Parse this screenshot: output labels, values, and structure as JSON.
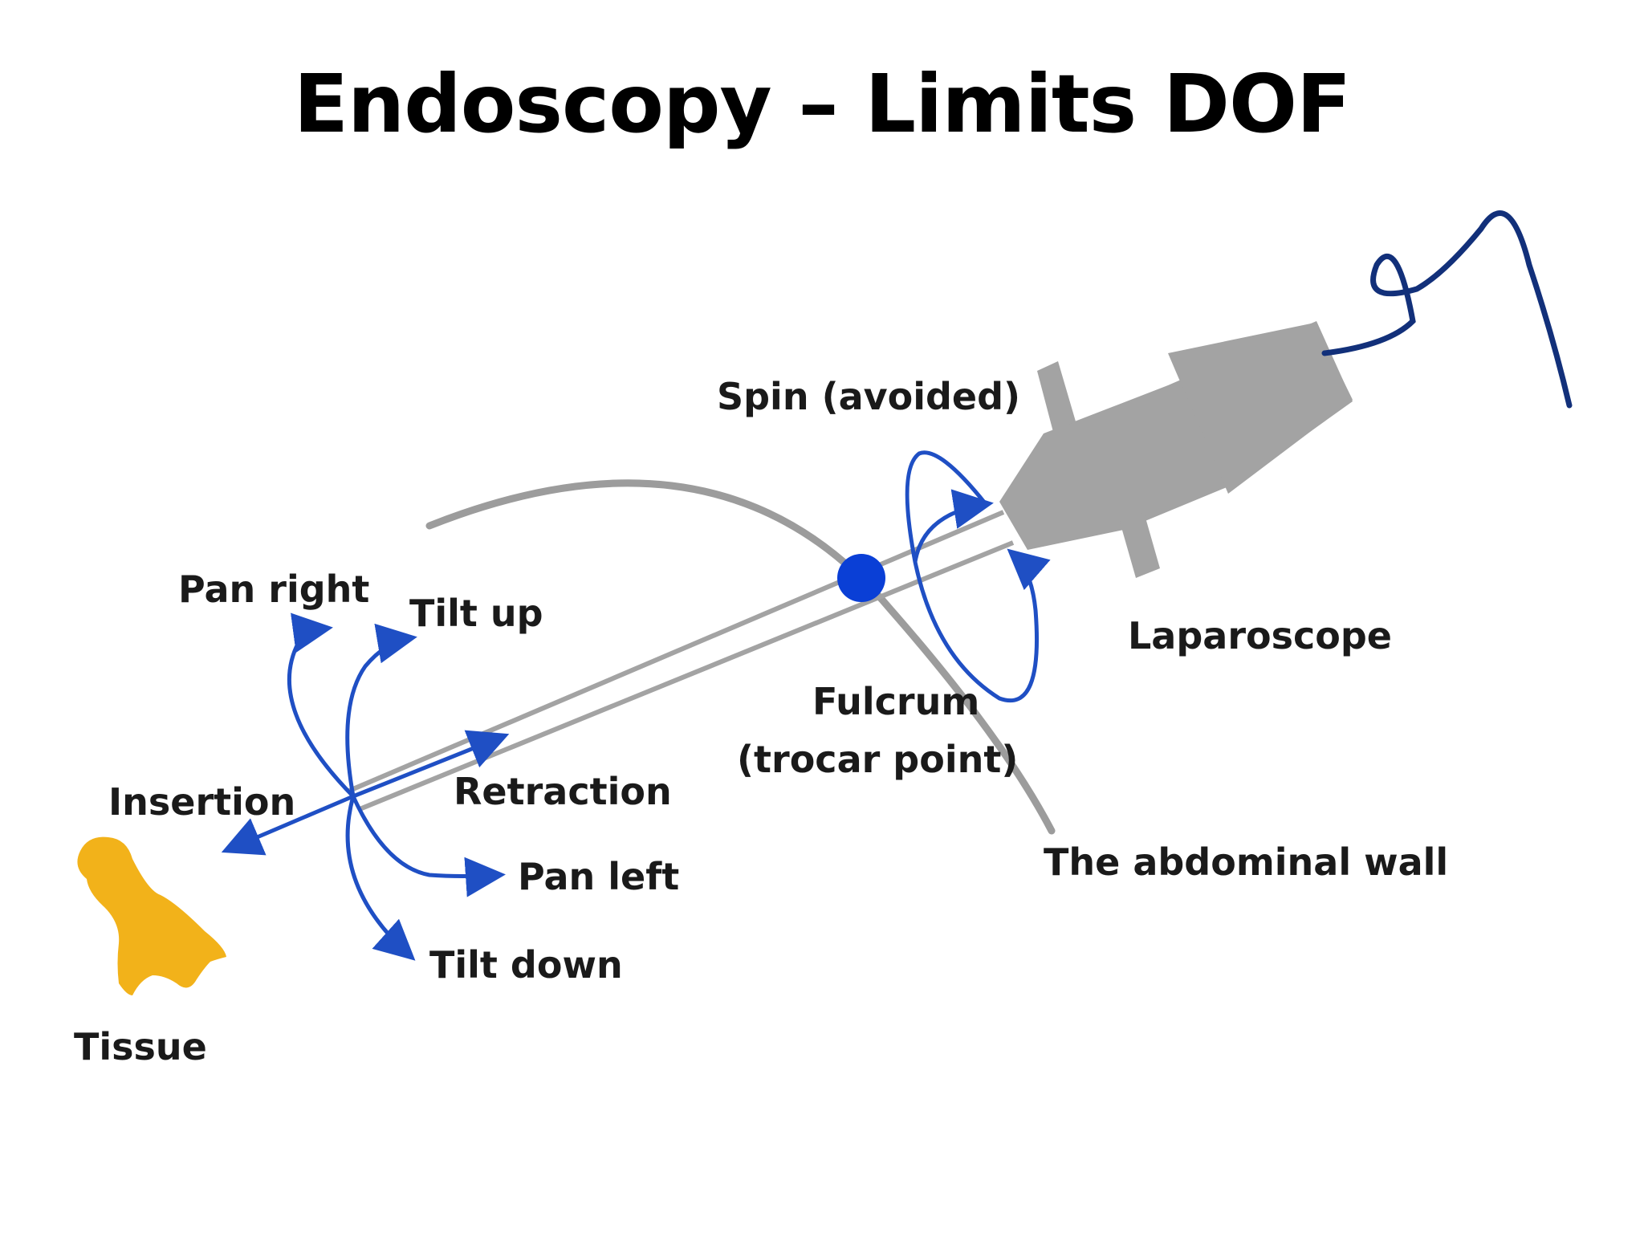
{
  "title": "Endoscopy – Limits DOF",
  "labels": {
    "spin": "Spin (avoided)",
    "pan_right": "Pan right",
    "tilt_up": "Tilt up",
    "laparoscope": "Laparoscope",
    "fulcrum": "Fulcrum",
    "trocar_point": "(trocar point)",
    "insertion": "Insertion",
    "retraction": "Retraction",
    "pan_left": "Pan left",
    "abdominal_wall": "The abdominal wall",
    "tilt_down": "Tilt down",
    "tissue": "Tissue"
  },
  "colors": {
    "arrow_blue": "#1f4fc4",
    "fulcrum_blue": "#0a3fd6",
    "cable_navy": "#12307a",
    "scope_gray": "#a3a3a3",
    "wall_gray": "#9c9c9c",
    "tissue_yellow": "#f2b21a"
  }
}
